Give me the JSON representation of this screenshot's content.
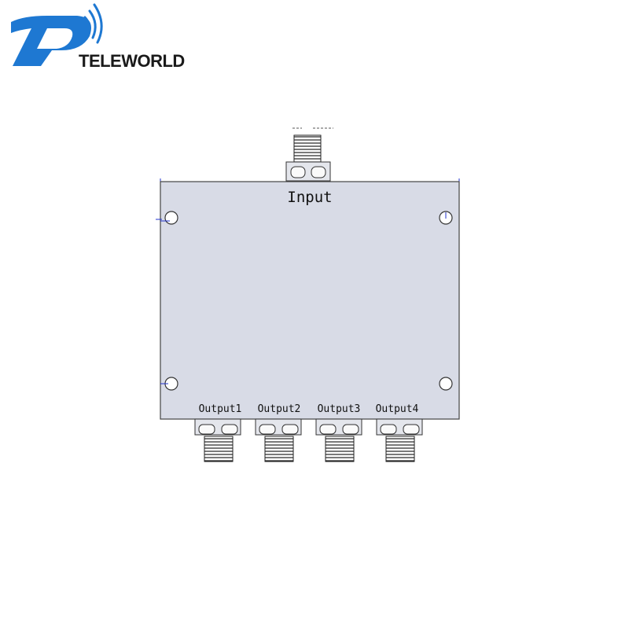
{
  "logo": {
    "name": "TELEWORLD",
    "brand_color": "#1E78D2",
    "icon": "wifi-signal-icon"
  },
  "diagram": {
    "input_label": "Input",
    "output_labels": [
      "Output1",
      "Output2",
      "Output3",
      "Output4"
    ],
    "body_color": "#D8DBE6",
    "outline_color": "#444444",
    "dimension_line_color": "#2233CC"
  }
}
